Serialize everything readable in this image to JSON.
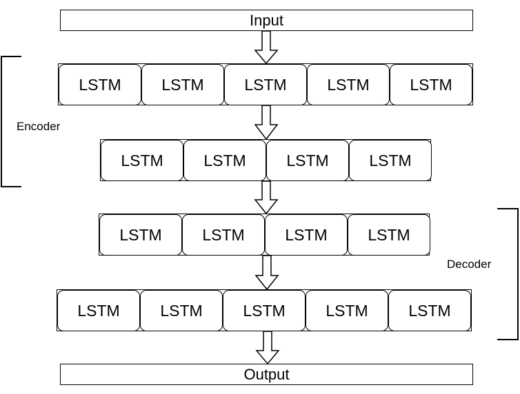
{
  "input": {
    "label": "Input"
  },
  "output": {
    "label": "Output"
  },
  "encoder": {
    "label": "Encoder",
    "rows": [
      {
        "cells": [
          "LSTM",
          "LSTM",
          "LSTM",
          "LSTM",
          "LSTM"
        ]
      },
      {
        "cells": [
          "LSTM",
          "LSTM",
          "LSTM",
          "LSTM"
        ]
      }
    ]
  },
  "decoder": {
    "label": "Decoder",
    "rows": [
      {
        "cells": [
          "LSTM",
          "LSTM",
          "LSTM",
          "LSTM"
        ]
      },
      {
        "cells": [
          "LSTM",
          "LSTM",
          "LSTM",
          "LSTM",
          "LSTM"
        ]
      }
    ]
  }
}
